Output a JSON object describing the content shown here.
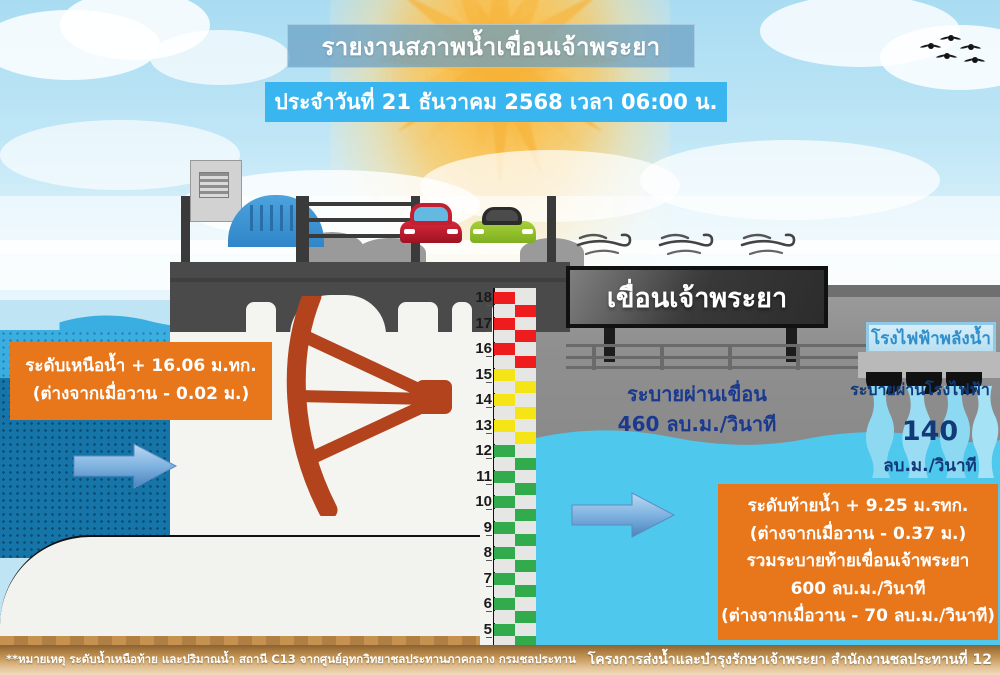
{
  "header": {
    "title": "รายงานสภาพน้ำเขื่อนเจ้าพระยา",
    "date_line": "ประจำวันที่ 21 ธันวาคม 2568 เวลา 06:00 น."
  },
  "signs": {
    "dam_billboard": "เขื่อนเจ้าพระยา",
    "powerplant_sign": "โรงไฟฟ้าพลังน้ำ"
  },
  "upstream_box": {
    "line1": "ระดับเหนือน้ำ + 16.06 ม.ทก.",
    "line2": "(ต่างจากเมื่อวาน - 0.02 ม.)"
  },
  "downstream_box": {
    "line1": "ระดับท้ายน้ำ + 9.25 ม.รทก.",
    "line2": "(ต่างจากเมื่อวาน - 0.37 ม.)",
    "line3": "รวมระบายท้ายเขื่อนเจ้าพระยา",
    "line4": "600 ลบ.ม./วินาที",
    "line5": "(ต่างจากเมื่อวาน - 70 ลบ.ม./วินาที)"
  },
  "dam_discharge": {
    "label": "ระบายผ่านเขื่อน",
    "value": "460 ลบ.ม./วินาที"
  },
  "powerplant_discharge": {
    "label": "ระบายผ่านโรงไฟฟ้า",
    "value": "140",
    "unit": "ลบ.ม./วินาที"
  },
  "gauge": {
    "labels": [
      "18",
      "17",
      "16",
      "15",
      "14",
      "13",
      "12",
      "11",
      "10",
      "9",
      "8",
      "7",
      "6",
      "5"
    ],
    "colors": [
      "#ee1c1c",
      "#ee1c1c",
      "#ee1c1c",
      "#f5e516",
      "#f5e516",
      "#f5e516",
      "#32ab4c",
      "#32ab4c",
      "#32ab4c",
      "#32ab4c",
      "#32ab4c",
      "#32ab4c",
      "#32ab4c",
      "#32ab4c"
    ]
  },
  "footer": {
    "note": "**หมายเหตุ  ระดับน้ำเหนือท้าย และปริมาณน้ำ สถานี C13 จากศูนย์อุทกวิทยาชลประทานภาคกลาง กรมชลประทาน",
    "org": "โครงการส่งน้ำและบำรุงรักษาเจ้าพระยา สำนักงานชลประทานที่ 12"
  },
  "palette": {
    "orange_box": "#e8761a",
    "date_bar": "#39b6ef",
    "upstream_water": "#3aaee0",
    "deep_water": "#1574a8",
    "downstream_water": "#4fc8ee",
    "gate": "#b2431c",
    "blue_text": "#1b3a8f",
    "red": "#ee1c1c",
    "yellow": "#f5e516",
    "green": "#32ab4c"
  },
  "icons": {
    "bird": "bird-icon",
    "wind": "wind-icon",
    "arrow": "flow-arrow-icon",
    "car_red": "red-car-icon",
    "car_green": "green-car-icon"
  }
}
